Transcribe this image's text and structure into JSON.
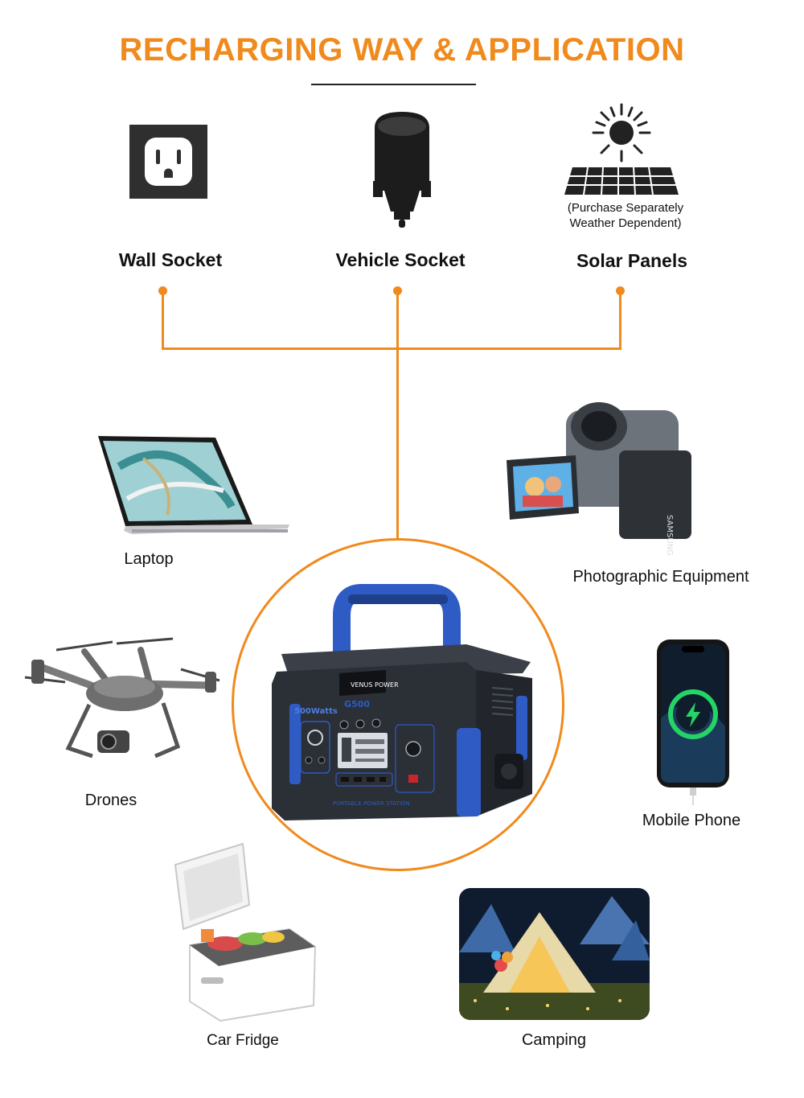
{
  "title": "RECHARGING WAY & APPLICATION",
  "colors": {
    "accent": "#F08A1C",
    "text": "#111111",
    "device_blue": "#2E5BC4",
    "device_body": "#2B2F36"
  },
  "recharge_sources": [
    {
      "label": "Wall Socket",
      "icon": "wall-socket-icon"
    },
    {
      "label": "Vehicle Socket",
      "icon": "car-charger-icon"
    },
    {
      "label": "Solar Panels",
      "icon": "solar-panel-icon",
      "note_line1": "(Purchase Separately",
      "note_line2": "Weather Dependent)"
    }
  ],
  "device": {
    "brand": "VENUS POWER",
    "model": "G500",
    "wattage": "500Watts",
    "subtitle": "PORTABLE POWER STATION"
  },
  "applications": [
    {
      "label": "Laptop",
      "icon": "laptop-icon"
    },
    {
      "label": "Photographic Equipment",
      "icon": "camcorder-icon"
    },
    {
      "label": "Drones",
      "icon": "drone-icon"
    },
    {
      "label": "Mobile Phone",
      "icon": "mobile-phone-icon"
    },
    {
      "label": "Car Fridge",
      "icon": "car-fridge-icon"
    },
    {
      "label": "Camping",
      "icon": "camping-tent-icon"
    }
  ]
}
